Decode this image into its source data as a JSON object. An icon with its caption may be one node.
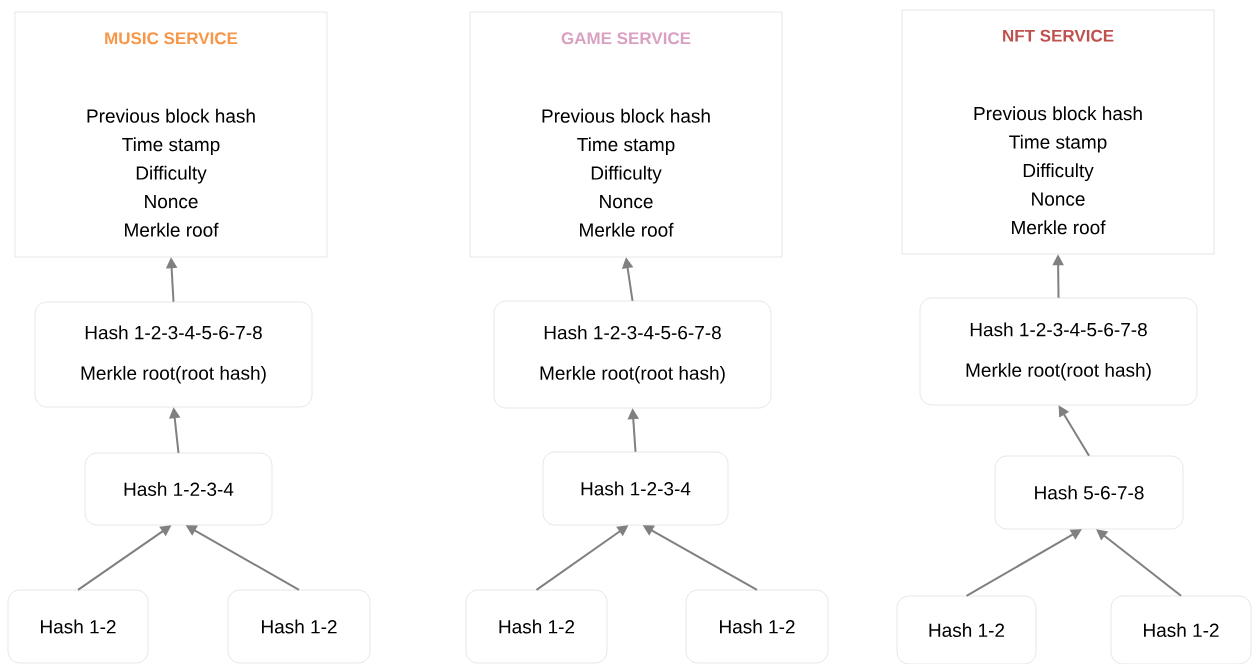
{
  "diagram": {
    "nodes": [
      {
        "text": [
          "MUSIC SERVICE",
          "Previous block hash",
          "Time stamp",
          "Difficulty",
          "Nonce",
          "Merkle roof"
        ]
      },
      {
        "text": [
          "Hash 1-2-3-4-5-6-7-8",
          "Merkle root(root hash)"
        ]
      },
      {
        "text": [
          "Hash 1-2-3-4"
        ]
      },
      {
        "text": [
          "Hash 1-2"
        ]
      },
      {
        "text": [
          "Hash 1-2"
        ]
      },
      {
        "text": [
          "GAME SERVICE",
          "Previous block hash",
          "Time stamp",
          "Difficulty",
          "Nonce",
          "Merkle roof"
        ]
      },
      {
        "text": [
          "Hash 1-2-3-4-5-6-7-8",
          "Merkle root(root hash)"
        ]
      },
      {
        "text": [
          "Hash 1-2-3-4"
        ]
      },
      {
        "text": [
          "Hash 1-2"
        ]
      },
      {
        "text": [
          "Hash 1-2"
        ]
      },
      {
        "text": [
          "NFT SERVICE",
          "Previous block hash",
          "Time stamp",
          "Difficulty",
          "Nonce",
          "Merkle roof"
        ]
      },
      {
        "text": [
          "Hash 1-2-3-4-5-6-7-8",
          "Merkle root(root hash)"
        ]
      },
      {
        "text": [
          "Hash 5-6-7-8"
        ]
      },
      {
        "text": [
          "Hash 1-2"
        ]
      },
      {
        "text": [
          "Hash 1-2"
        ]
      }
    ],
    "edges": [
      {
        "from": 1,
        "to": 0,
        "arrow": "to"
      },
      {
        "from": 2,
        "to": 1,
        "arrow": "to"
      },
      {
        "from": 3,
        "to": 2,
        "arrow": "to"
      },
      {
        "from": 4,
        "to": 2,
        "arrow": "to"
      },
      {
        "from": 6,
        "to": 5,
        "arrow": "to"
      },
      {
        "from": 7,
        "to": 6,
        "arrow": "to"
      },
      {
        "from": 8,
        "to": 7,
        "arrow": "to"
      },
      {
        "from": 9,
        "to": 7,
        "arrow": "to"
      },
      {
        "from": 11,
        "to": 10,
        "arrow": "to"
      },
      {
        "from": 12,
        "to": 11,
        "arrow": "to"
      },
      {
        "from": 13,
        "to": 12,
        "arrow": "to"
      },
      {
        "from": 14,
        "to": 12,
        "arrow": "to"
      }
    ]
  }
}
